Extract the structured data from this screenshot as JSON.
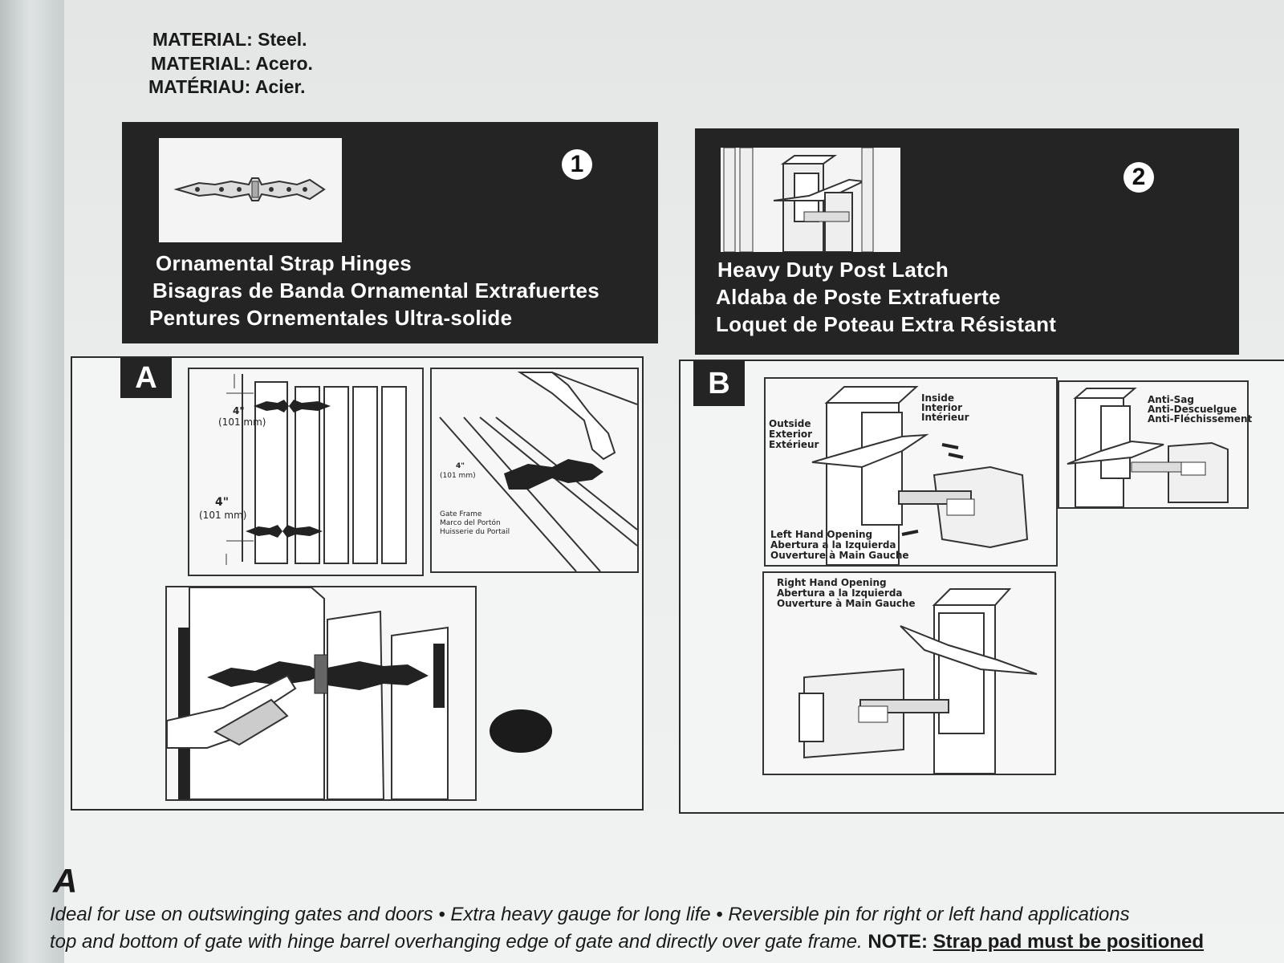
{
  "material": {
    "en": "MATERIAL: Steel.",
    "es": "MATERIAL: Acero.",
    "fr": "MATÉRIAU: Acier."
  },
  "product1": {
    "number": "1",
    "title_en": "Ornamental Strap Hinges",
    "title_es": "Bisagras de Banda Ornamental Extrafuertes",
    "title_fr": "Pentures Ornementales Ultra-solide"
  },
  "product2": {
    "number": "2",
    "title_en": "Heavy Duty Post Latch",
    "title_es": "Aldaba de Poste Extrafuerte",
    "title_fr": "Loquet de Poteau Extra Résistant"
  },
  "panelA": {
    "tag": "A",
    "dim_top": "4\"",
    "dim_top_mm": "(101 mm)",
    "dim_bottom": "4\"",
    "dim_bottom_mm": "(101 mm)",
    "dim_frame": "4\"",
    "dim_frame_mm": "(101 mm)",
    "frame_en": "Gate Frame",
    "frame_es": "Marco del Portón",
    "frame_fr": "Huisserie du Portail"
  },
  "panelB": {
    "tag": "B",
    "outside_en": "Outside",
    "outside_es": "Exterior",
    "outside_fr": "Extérieur",
    "inside_en": "Inside",
    "inside_es": "Interior",
    "inside_fr": "Intérieur",
    "left_en": "Left Hand Opening",
    "left_es": "Abertura a la Izquierda",
    "left_fr": "Ouverture à Main Gauche",
    "right_en": "Right Hand Opening",
    "right_es": "Abertura a la Izquierda",
    "right_fr": "Ouverture à Main Gauche",
    "antisag_en": "Anti-Sag",
    "antisag_es": "Anti-Descuelgue",
    "antisag_fr": "Anti-Fléchissement"
  },
  "description": {
    "heading": "A",
    "line1": "Ideal for use on outswinging gates and doors • Extra heavy gauge for long life • Reversible pin for right or left hand applications",
    "line2": "top and bottom of gate with hinge barrel overhanging edge of gate and directly over gate frame.",
    "note_label": "NOTE:",
    "note_text": "Strap pad must be positioned"
  }
}
